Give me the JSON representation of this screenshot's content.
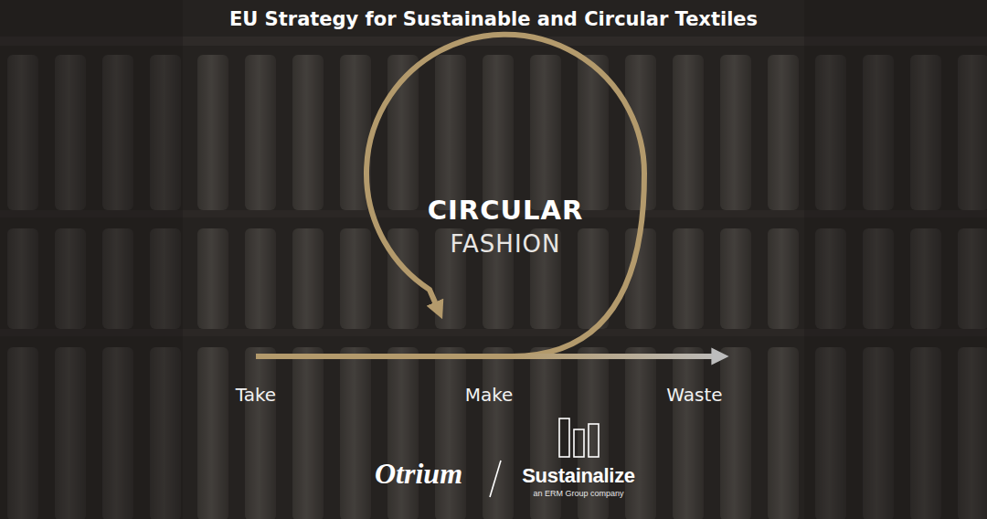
{
  "diagram": {
    "title": "EU Strategy for Sustainable and Circular Textiles",
    "nodes": [
      {
        "text": [
          "CIRCULAR",
          "FASHION"
        ]
      }
    ],
    "labels": [
      "Take",
      "Make",
      "Waste",
      "Otrium",
      "Sustainalize",
      "an ERM Group company"
    ]
  }
}
